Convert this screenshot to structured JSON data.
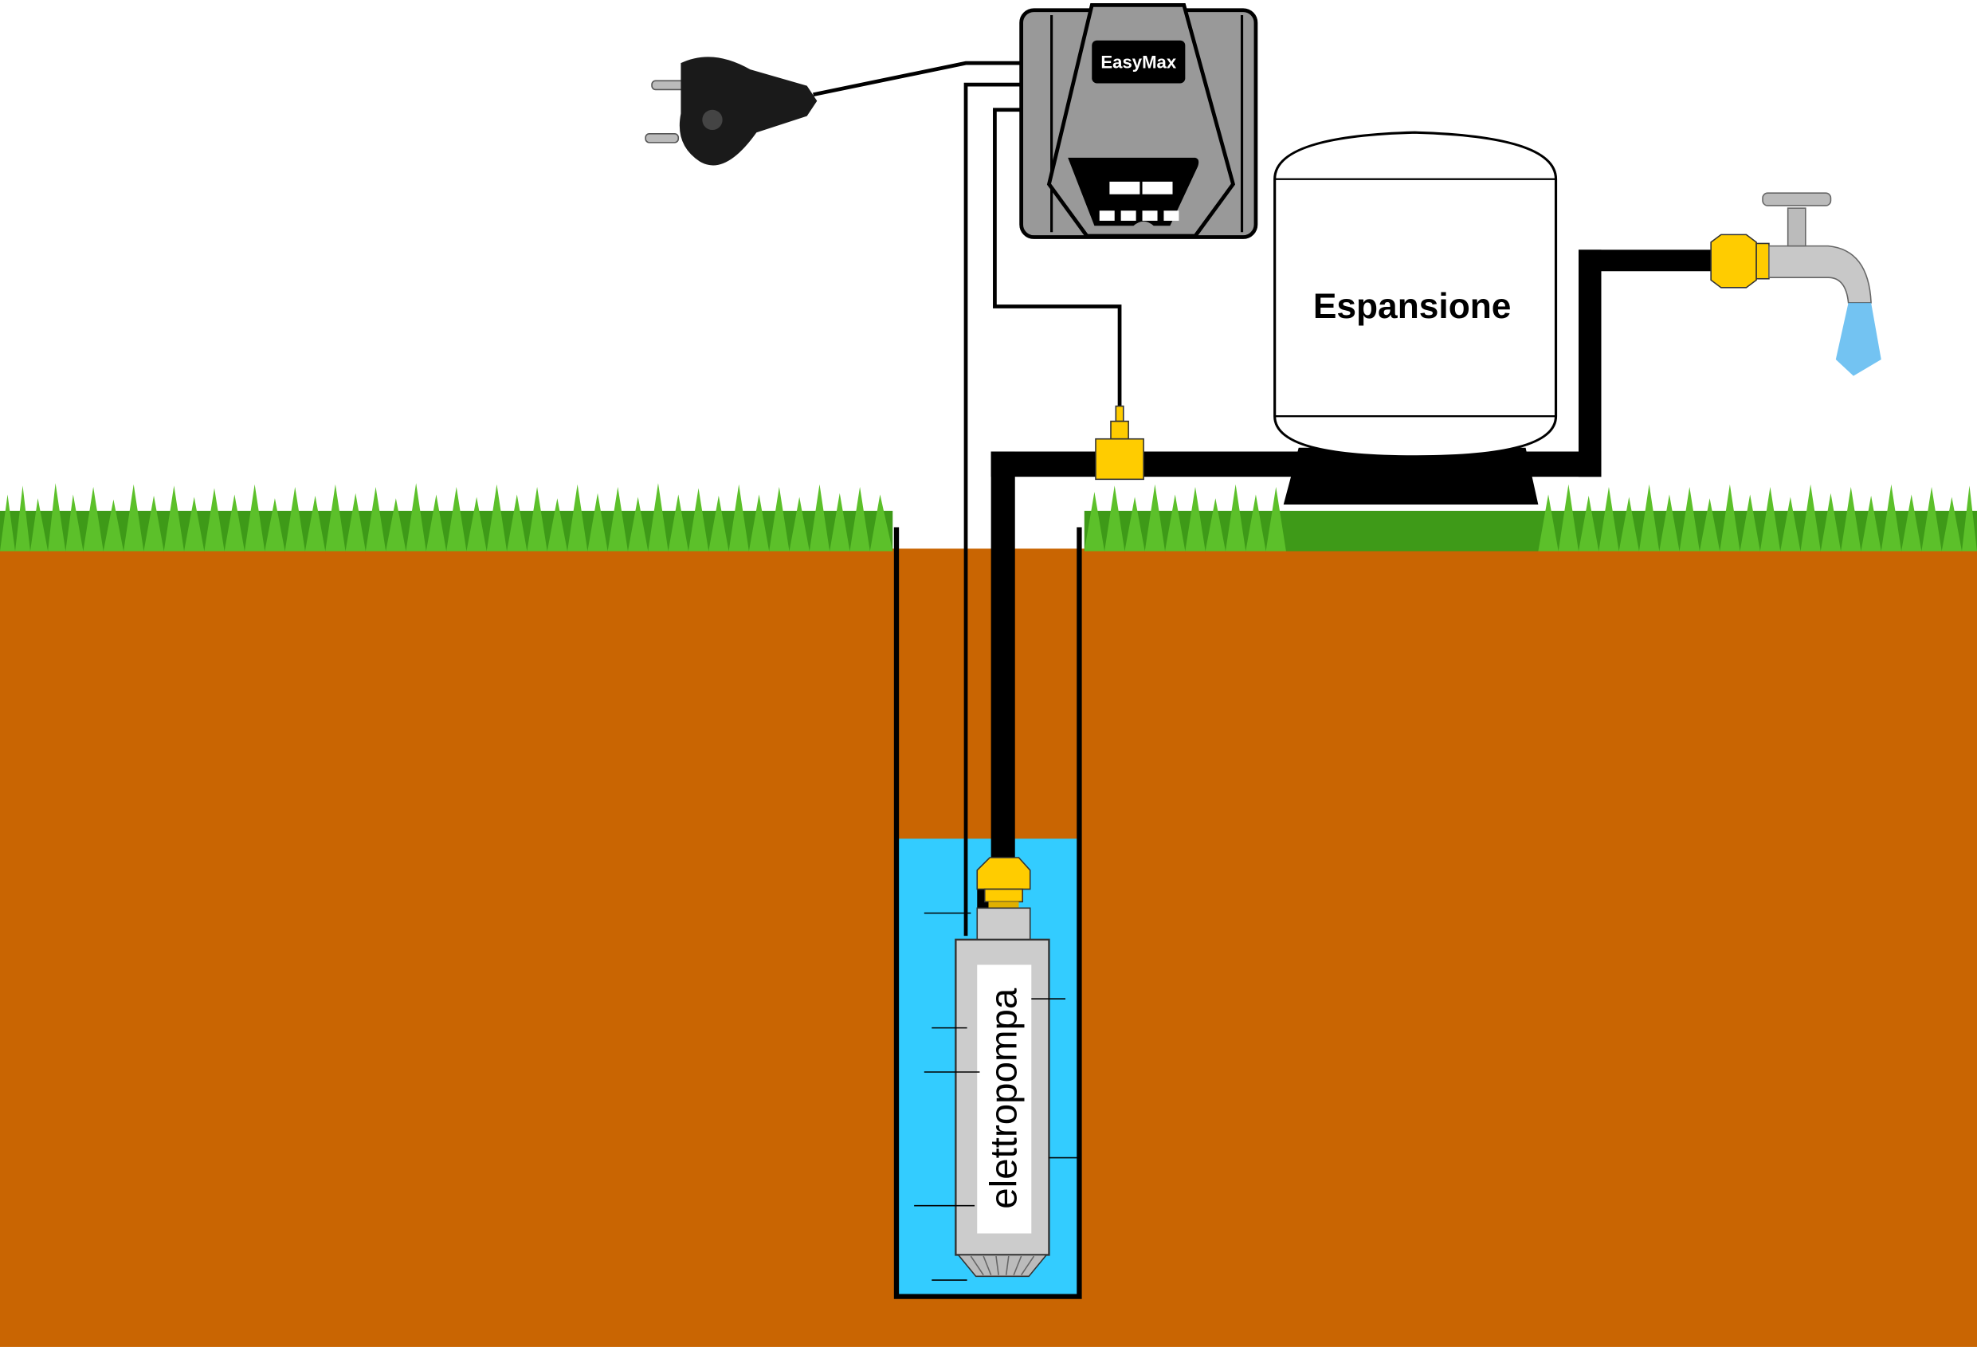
{
  "diagram": {
    "controller_label": "EasyMax",
    "tank_label": "Espansione",
    "pump_label": "elettropompa"
  },
  "colors": {
    "soil": "#C96502",
    "water": "#33CCFF",
    "grass": "#4CAF1E",
    "fitting": "#FFCC00",
    "controller": "#999999",
    "pump": "#CCCCCC"
  }
}
